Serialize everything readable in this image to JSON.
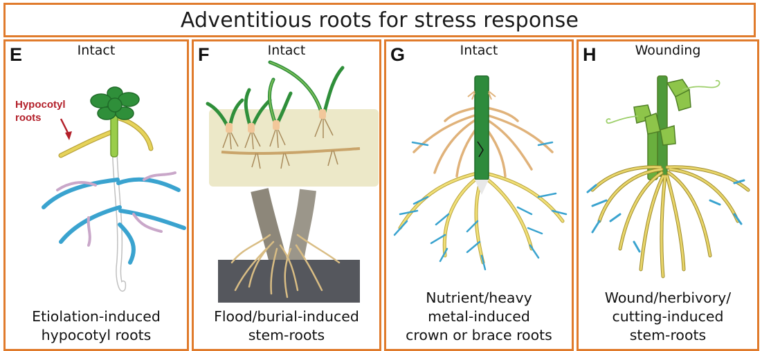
{
  "title": "Adventitious roots for stress response",
  "colors": {
    "border": "#e07b2c",
    "adventitious_root": "#e6d35a",
    "lateral_root": "#3aa3cf",
    "root_hair": "#c9a7c9",
    "leaf": "#2f8f3a",
    "annotation": "#b3202a"
  },
  "panels": [
    {
      "letter": "E",
      "condition": "Intact",
      "annotation": "Hypocotyl\nroots",
      "caption": "Etiolation-induced\nhypocotyl roots"
    },
    {
      "letter": "F",
      "condition": "Intact",
      "caption": "Flood/burial-induced\nstem-roots"
    },
    {
      "letter": "G",
      "condition": "Intact",
      "caption": "Nutrient/heavy\nmetal-induced\ncrown or brace roots"
    },
    {
      "letter": "H",
      "condition": "Wounding",
      "caption": "Wound/herbivory/\ncutting-induced\nstem-roots"
    }
  ]
}
